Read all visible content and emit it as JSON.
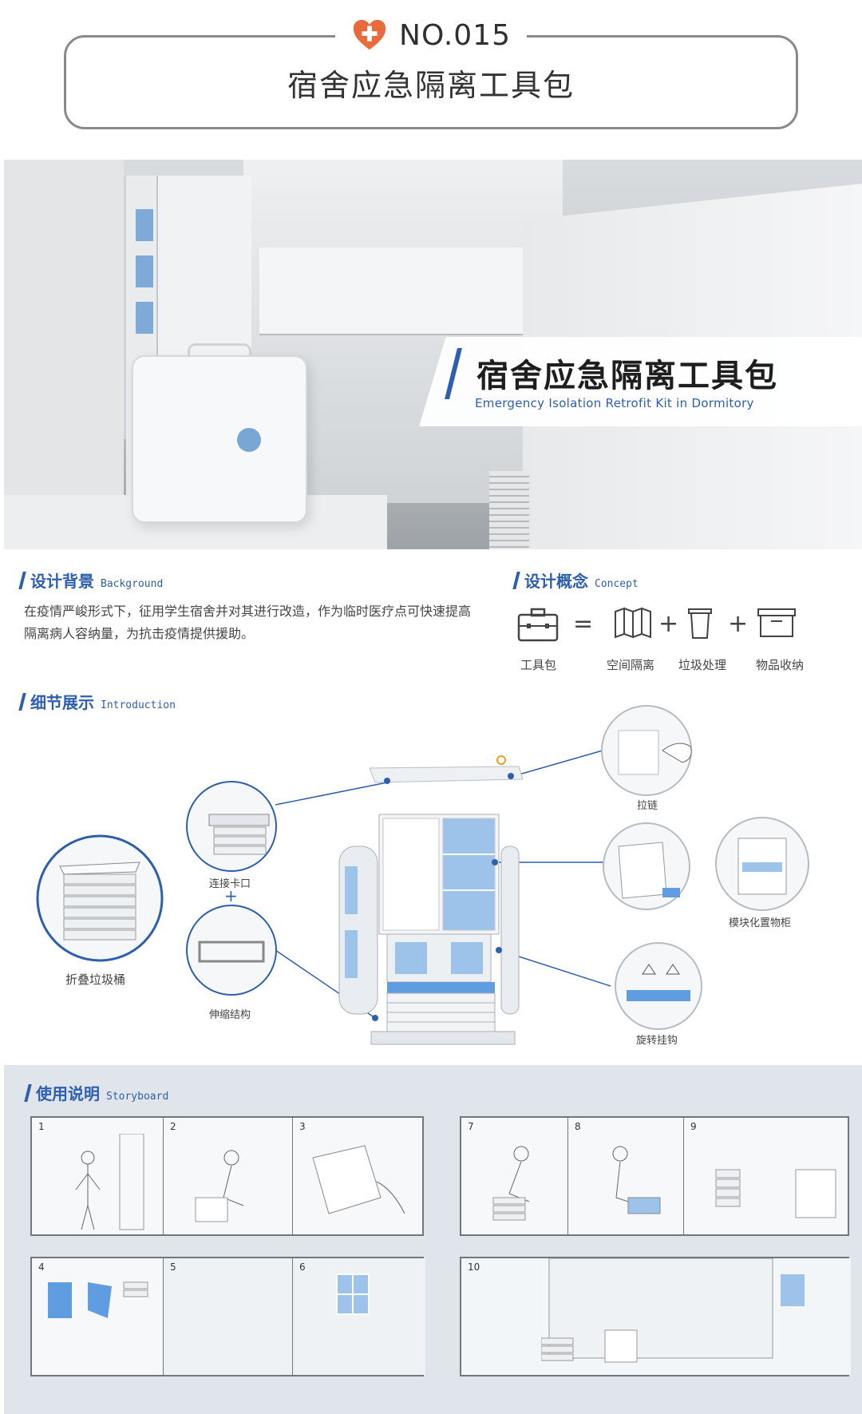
{
  "header": {
    "number": "NO.015",
    "title": "宿舍应急隔离工具包",
    "heart_color": "#e96a3c"
  },
  "hero": {
    "title": "宿舍应急隔离工具包",
    "subtitle": "Emergency Isolation Retrofit Kit in Dormitory",
    "accent_color": "#2d5fae"
  },
  "background": {
    "title_cn": "设计背景",
    "title_en": "Background",
    "text": "在疫情严峻形式下，征用学生宿舍并对其进行改造，作为临时医疗点可快速提高隔离病人容纳量，为抗击疫情提供援助。"
  },
  "concept": {
    "title_cn": "设计概念",
    "title_en": "Concept",
    "items": [
      {
        "label": "工具包",
        "icon": "toolbox-icon"
      },
      {
        "label": "空间隔离",
        "icon": "partition-icon"
      },
      {
        "label": "垃圾处理",
        "icon": "trash-bin-icon"
      },
      {
        "label": "物品收纳",
        "icon": "storage-box-icon"
      }
    ],
    "operators": [
      "=",
      "+",
      "+"
    ]
  },
  "detail": {
    "title_cn": "细节展示",
    "title_en": "Introduction",
    "labels": {
      "zipper": "拉链",
      "connect_clip": "连接卡口",
      "plus": "+",
      "folding_bin": "折叠垃圾桶",
      "telescopic": "伸缩结构",
      "modular_cabinet": "模块化置物柜",
      "rotating_hook": "旋转挂钩"
    }
  },
  "storyboard": {
    "title_cn": "使用说明",
    "title_en": "Storyboard",
    "numbers": [
      "1",
      "2",
      "3",
      "7",
      "8",
      "9",
      "4",
      "5",
      "6",
      "10"
    ]
  }
}
